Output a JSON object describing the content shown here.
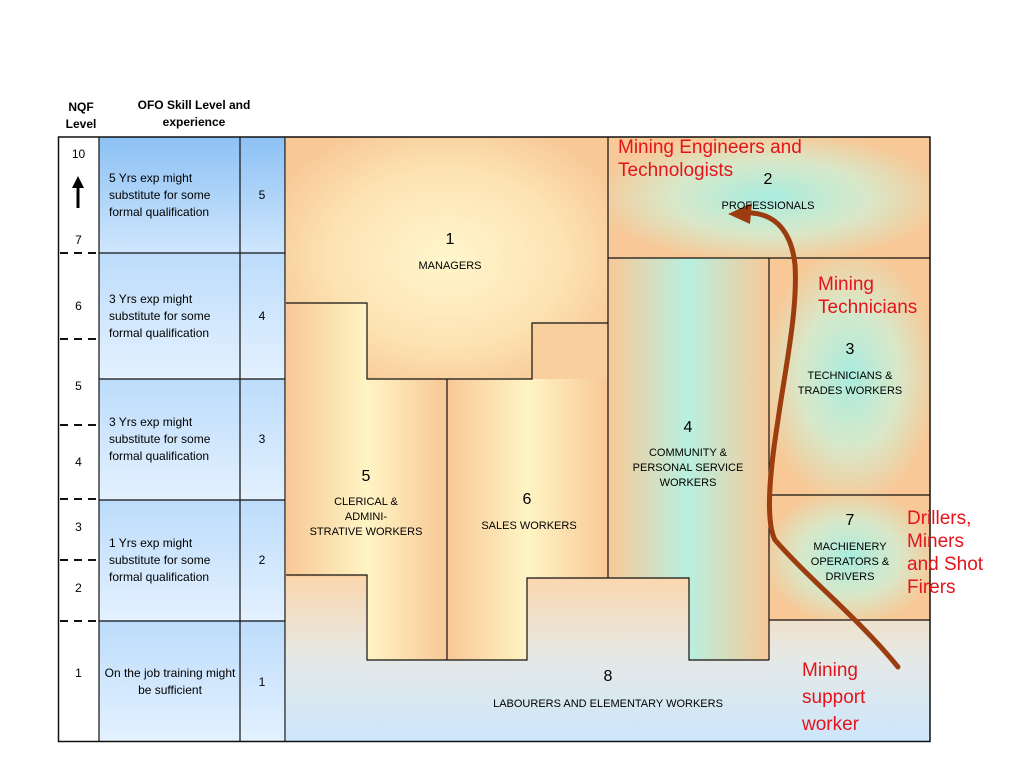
{
  "header": {
    "nqf_label": "NQF\nLevel",
    "ofo_label": "OFO Skill Level and experience"
  },
  "rows": [
    {
      "nqf_top": "10",
      "nqf_bottom": "7",
      "description": "5 Yrs exp might substitute for some formal qualification",
      "ofo_level": "5"
    },
    {
      "nqf_top": "6",
      "description": "3 Yrs exp might substitute for some formal qualification",
      "ofo_level": "4"
    },
    {
      "nqf_top": "5",
      "nqf_bottom": "4",
      "description": "3 Yrs exp might substitute for some formal qualification",
      "ofo_level": "3"
    },
    {
      "nqf_top": "3",
      "nqf_bottom": "2",
      "description": "1 Yrs exp might substitute for some formal qualification",
      "ofo_level": "2"
    },
    {
      "nqf_top": "1",
      "description": "On the job training might be sufficient",
      "ofo_level": "1"
    }
  ],
  "groups": {
    "g1": {
      "number": "1",
      "name": "MANAGERS"
    },
    "g2": {
      "number": "2",
      "name": "PROFESSIONALS"
    },
    "g3": {
      "number": "3",
      "name": "TECHNICIANS &\nTRADES  WORKERS"
    },
    "g4": {
      "number": "4",
      "name": "COMMUNITY &\nPERSONAL SERVICE\nWORKERS"
    },
    "g5": {
      "number": "5",
      "name": "CLERICAL &\nADMINI-\nSTRATIVE WORKERS"
    },
    "g6": {
      "number": "6",
      "name": "SALES WORKERS"
    },
    "g7": {
      "number": "7",
      "name": "MACHIENERY\nOPERATORS &\nDRIVERS"
    },
    "g8": {
      "number": "8",
      "name": "LABOURERS AND ELEMENTARY WORKERS"
    }
  },
  "annotations": {
    "engineers": "Mining Engineers and\nTechnologists",
    "technicians": "Mining\nTechnicians",
    "drillers": "Drillers,\nMiners\nand Shot\nFirers",
    "support": "Mining\nsupport\nworker"
  },
  "colors": {
    "annotation_red": "#e3141b",
    "arrow_brown": "#9c3d10",
    "band_blue_dark": "#8fc3f5",
    "band_blue_light": "#dbeeff",
    "peach": "#f9cf9d",
    "cream": "#fff3c4",
    "mint": "#b9f3e4"
  }
}
